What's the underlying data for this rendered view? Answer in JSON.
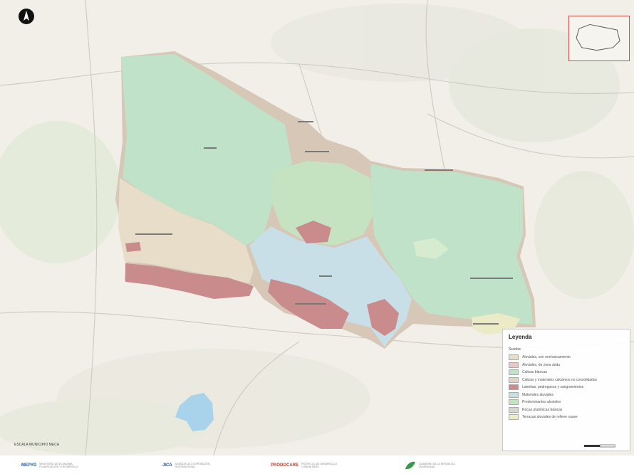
{
  "legend": {
    "title": "Leyenda",
    "subtitle": "Suelos",
    "items": [
      {
        "label": "Aluviales, con encharcamiento",
        "color": "#e8ddc8"
      },
      {
        "label": "Aluviales, de zona árida",
        "color": "#e6c9c4"
      },
      {
        "label": "Calizas blancas",
        "color": "#bfe2c9"
      },
      {
        "label": "Calizas y materiales calcáreos no consolidados",
        "color": "#ddd6c4"
      },
      {
        "label": "Lateritas, pedregosos y sangramientos",
        "color": "#c98b8b"
      },
      {
        "label": "Materiales aluviales",
        "color": "#c8dfe8"
      },
      {
        "label": "Predominantes aluviales",
        "color": "#c5e3c0"
      },
      {
        "label": "Rocas plutónicas básicas",
        "color": "#d5d7cf"
      },
      {
        "label": "Terrazas aluviales de relieve suave",
        "color": "#ecebc7"
      }
    ]
  },
  "scale_text": "ESCALA    MUNICIPIO MECA",
  "logos": [
    {
      "name": "MEPyD",
      "text": "MEPYD",
      "sub": "MINISTERIO DE ECONOMÍA, PLANIFICACIÓN Y DESARROLLO",
      "color": "#1c5a9b"
    },
    {
      "name": "JICA",
      "text": "JICA",
      "sub": "AGENCIA DE COOPERACIÓN INTERNACIONAL",
      "color": "#2b4a8a"
    },
    {
      "name": "PRODOCARE",
      "text": "PRODOCARE",
      "sub": "PROYECTO DE DESARROLLO COMUNITARIO",
      "color": "#c0392b"
    },
    {
      "name": "Gobierno",
      "text": "",
      "sub": "GOBIERNO DE LA REPÚBLICA DOMINICANA",
      "color": "#3a9a4a"
    }
  ],
  "colors": {
    "zone_green": "#bfe2c9",
    "zone_tan": "#e8ddc8",
    "zone_red": "#c98b8b",
    "zone_blue": "#c8dfe8",
    "zone_brown": "#d6c7b6",
    "inset_border": "#d05050"
  }
}
